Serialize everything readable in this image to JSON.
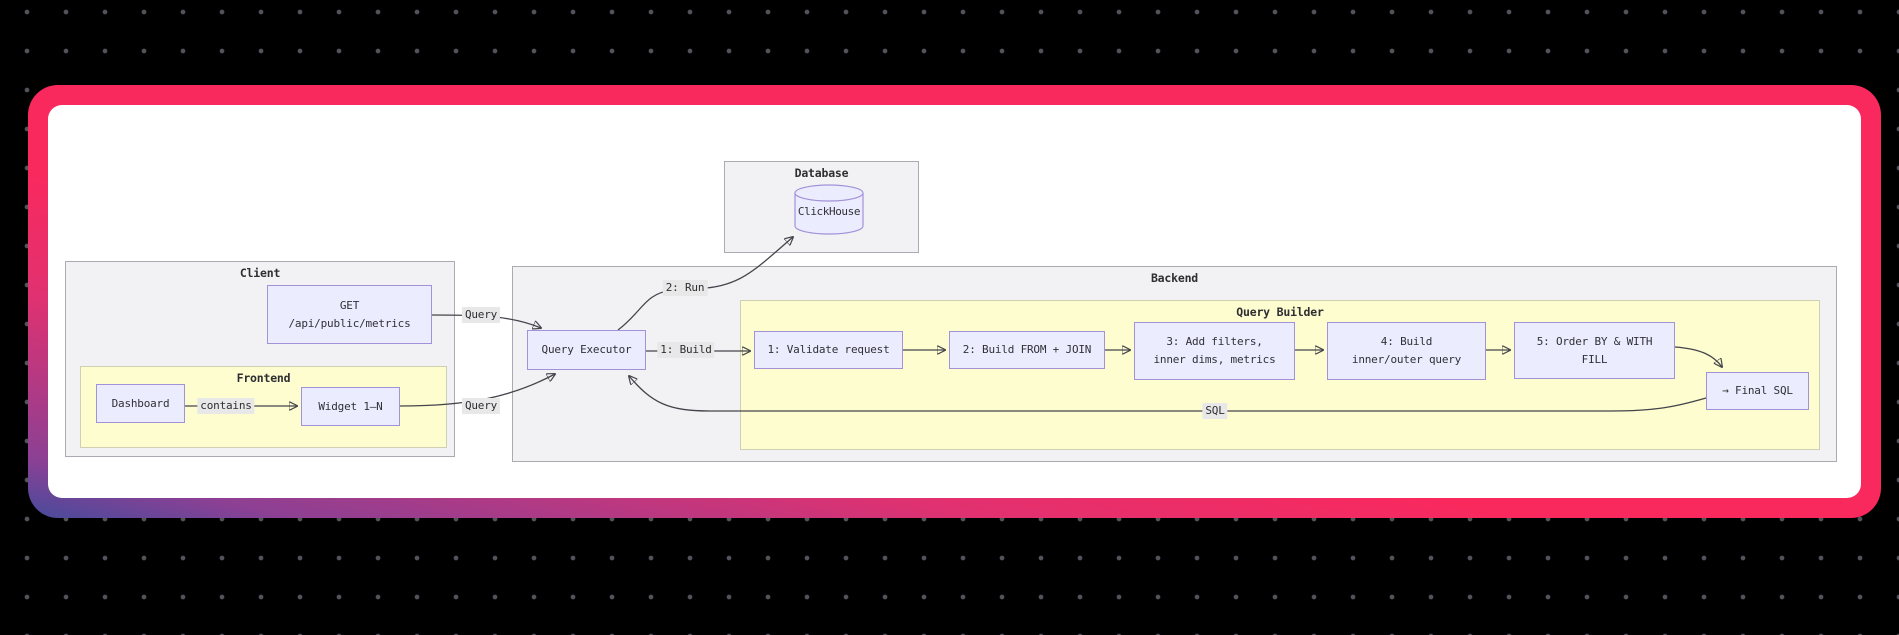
{
  "diagram": {
    "clusters": {
      "database": {
        "title": "Database"
      },
      "client": {
        "title": "Client"
      },
      "frontend": {
        "title": "Frontend"
      },
      "backend": {
        "title": "Backend"
      },
      "query_builder": {
        "title": "Query Builder"
      }
    },
    "nodes": {
      "clickhouse": "ClickHouse",
      "get_line1": "GET",
      "get_line2": "/api/public/metrics",
      "dashboard": "Dashboard",
      "widget": "Widget 1–N",
      "query_executor": "Query Executor",
      "step1": "1: Validate request",
      "step2": "2: Build FROM + JOIN",
      "step3_line1": "3: Add filters,",
      "step3_line2": "inner dims, metrics",
      "step4_line1": "4: Build",
      "step4_line2": "inner/outer query",
      "step5_line1": "5: Order BY & WITH",
      "step5_line2": "FILL",
      "final_sql": "→ Final SQL"
    },
    "edge_labels": {
      "query_top": "Query",
      "query_bottom": "Query",
      "contains": "contains",
      "run": "2: Run",
      "build": "1: Build",
      "sql": "SQL"
    },
    "colors": {
      "background": "#000000",
      "dot": "#53535c",
      "gradient_indigo": "#474b9c",
      "gradient_purple": "#8c4094",
      "gradient_pink": "#f9295e",
      "card_fill": "#ffffff",
      "node_fill": "#ececff",
      "node_border": "#9370db",
      "cluster_fill": "#f2f2f4",
      "inner_cluster_fill": "#fdfdd0",
      "edge_label_bg": "#e8e8e8",
      "edge_stroke": "#44444c"
    }
  }
}
